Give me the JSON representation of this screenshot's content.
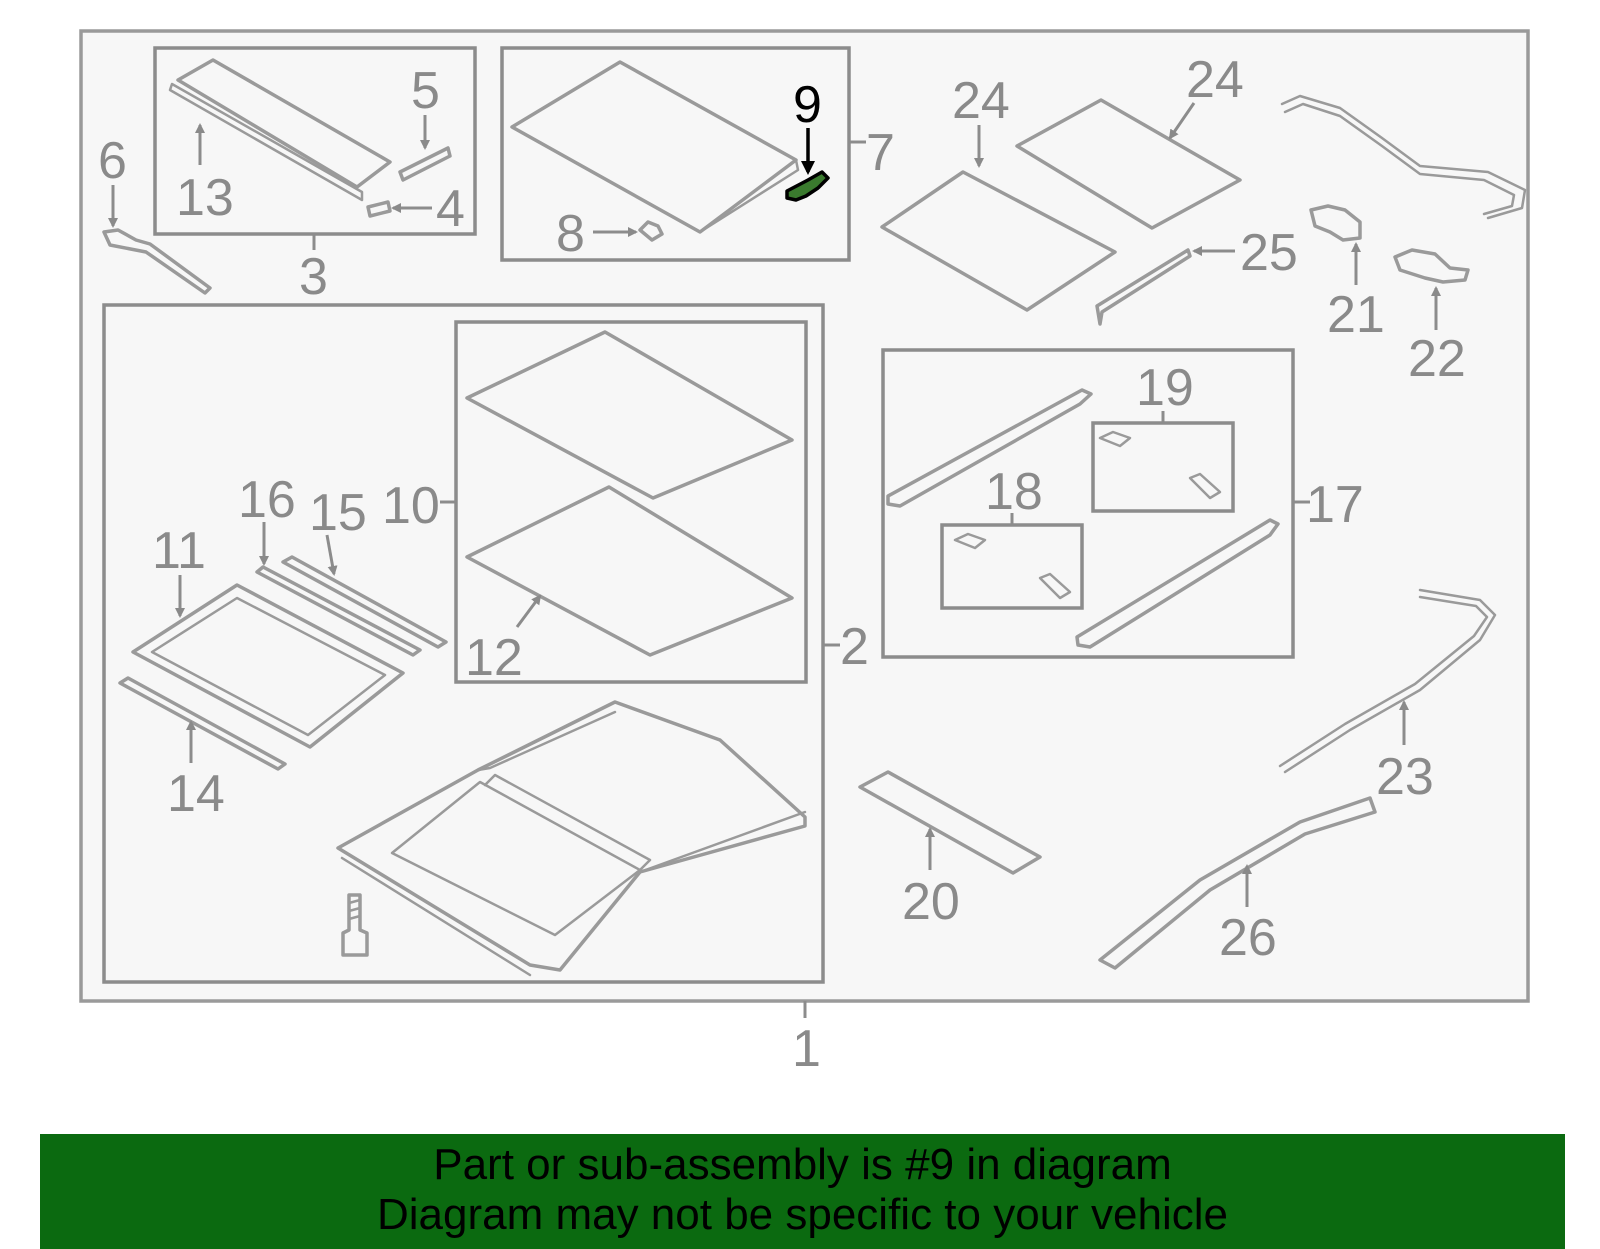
{
  "diagram": {
    "highlighted_part": "9",
    "highlight_color": "#3a7a2e",
    "callouts": [
      "1",
      "2",
      "3",
      "4",
      "5",
      "6",
      "7",
      "8",
      "9",
      "10",
      "11",
      "12",
      "13",
      "14",
      "15",
      "16",
      "17",
      "18",
      "19",
      "20",
      "21",
      "22",
      "23",
      "24",
      "24",
      "25",
      "26"
    ]
  },
  "banner": {
    "line1": "Part or sub-assembly is #9 in diagram",
    "line2": "Diagram may not be specific to your vehicle",
    "background": "#0b6a10"
  }
}
